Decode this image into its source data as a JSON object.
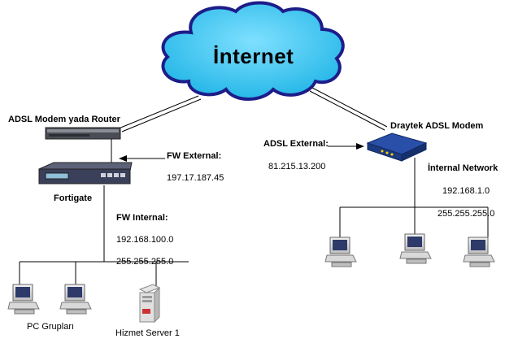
{
  "cloud": {
    "label": "İnternet"
  },
  "left": {
    "router_label": "ADSL Modem yada Router",
    "fw_external_label": "FW External:",
    "fw_external_ip": "197.17.187.45",
    "fortigate_label": "Fortigate",
    "fw_internal_label": "FW Internal:",
    "fw_internal_ip": "192.168.100.0",
    "fw_internal_mask": "255.255.255.0",
    "pc_group_label": "PC Grupları",
    "server_label": "Hizmet Server 1"
  },
  "right": {
    "modem_label": "Draytek ADSL Modem",
    "adsl_external_label": "ADSL External:",
    "adsl_external_ip": "81.215.13.200",
    "internal_network_label": "İnternal Network",
    "internal_ip": "192.168.1.0",
    "internal_mask": "255.255.255.0"
  },
  "colors": {
    "cloud_fill": "#3fc8f0",
    "cloud_outline": "#1d1d8a",
    "device_dark": "#3a3f5a",
    "modem_blue": "#2a4fa8"
  }
}
